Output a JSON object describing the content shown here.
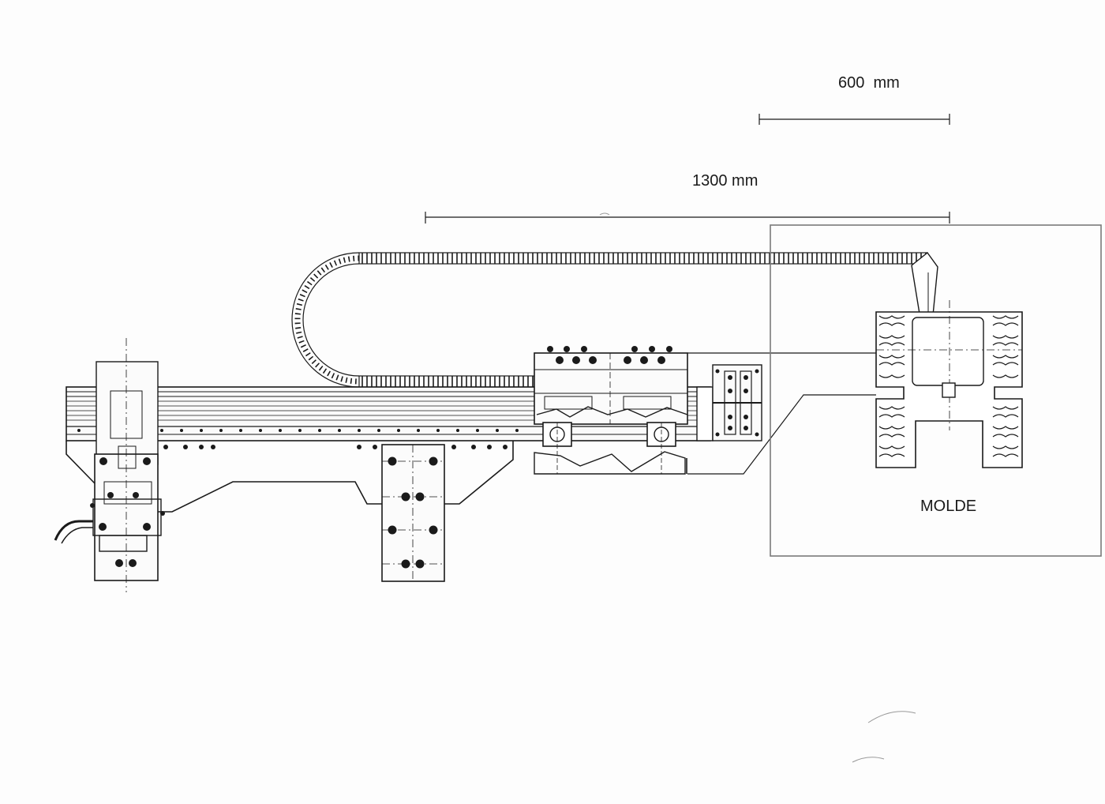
{
  "drawing": {
    "dimensions": [
      {
        "id": "short",
        "label": "600  mm"
      },
      {
        "id": "long",
        "label": "1300 mm"
      }
    ],
    "callout_label": "MOLDE",
    "colors": {
      "ink": "#1a1a1a",
      "paper": "#fdfdfd",
      "frame": "#7a7a7a"
    }
  }
}
